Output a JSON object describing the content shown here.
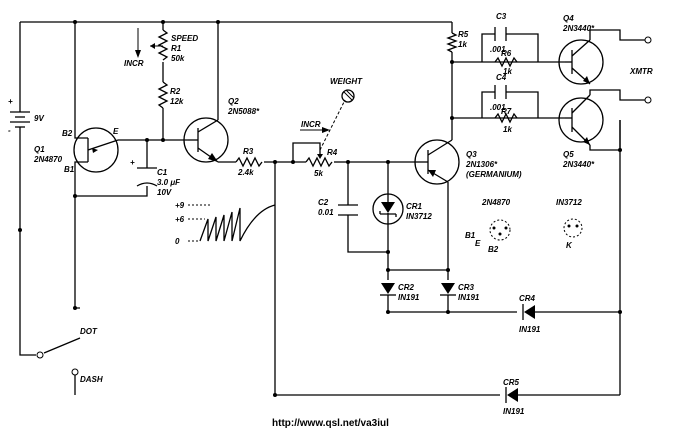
{
  "battery": {
    "label": "9V",
    "plus": "+",
    "minus": "-"
  },
  "q1": {
    "name": "Q1",
    "part": "2N4870",
    "b1": "B1",
    "b2": "B2",
    "e": "E"
  },
  "q2": {
    "name": "Q2",
    "part": "2N5088*"
  },
  "q3": {
    "name": "Q3",
    "part": "2N1306*",
    "note": "(GERMANIUM)"
  },
  "q4": {
    "name": "Q4",
    "part": "2N3440*"
  },
  "q5": {
    "name": "Q5",
    "part": "2N3440*"
  },
  "r1": {
    "name": "R1",
    "value": "50k",
    "label": "SPEED",
    "incr": "INCR"
  },
  "r2": {
    "name": "R2",
    "value": "12k"
  },
  "r3": {
    "name": "R3",
    "value": "2.4k"
  },
  "r4": {
    "name": "R4",
    "value": "5k",
    "incr": "INCR",
    "weight": "WEIGHT"
  },
  "r5": {
    "name": "R5",
    "value": "1k"
  },
  "r6": {
    "name": "R6",
    "value": "1k"
  },
  "r7": {
    "name": "R7",
    "value": "1k"
  },
  "c1": {
    "name": "C1",
    "value": "3.0 μF",
    "voltage": "10V",
    "plus": "+"
  },
  "c2": {
    "name": "C2",
    "value": "0.01"
  },
  "c3": {
    "name": "C3",
    "value": ".001"
  },
  "c4": {
    "name": "C4",
    "value": ".001"
  },
  "cr1": {
    "name": "CR1",
    "part": "IN3712"
  },
  "cr2": {
    "name": "CR2",
    "part": "IN191"
  },
  "cr3": {
    "name": "CR3",
    "part": "IN191"
  },
  "cr4": {
    "name": "CR4",
    "part": "IN191"
  },
  "cr5": {
    "name": "CR5",
    "part": "IN191"
  },
  "waveform": {
    "levels": [
      "+9",
      "+6",
      "0"
    ]
  },
  "keys": {
    "dot": "DOT",
    "dash": "DASH"
  },
  "output": {
    "label": "XMTR"
  },
  "pinouts": {
    "ujt": {
      "part": "2N4870",
      "b1": "B1",
      "e": "E",
      "b2": "B2"
    },
    "tunnel": {
      "part": "IN3712",
      "k": "K"
    }
  },
  "url": "http://www.qsl.net/va3iul"
}
